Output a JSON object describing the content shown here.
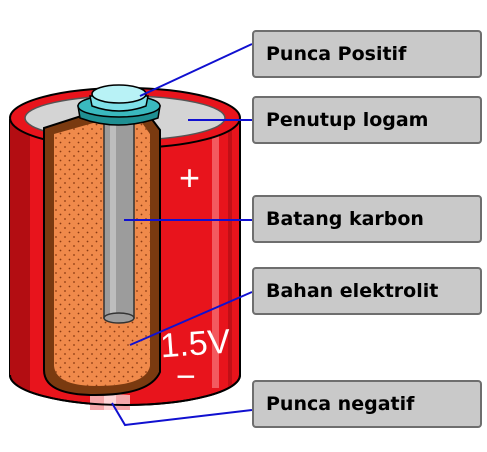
{
  "labels": [
    {
      "text": "Punca Positif"
    },
    {
      "text": "Penutup logam"
    },
    {
      "text": "Batang karbon"
    },
    {
      "text": "Bahan elektrolit"
    },
    {
      "text": "Punca negatif"
    }
  ],
  "battery": {
    "voltage_text": "1.5V",
    "plus_sign": "+",
    "minus_sign": "−"
  },
  "colors": {
    "casing": "#e8141c",
    "casing_dark": "#b30d12",
    "electrolyte": "#f08a4b",
    "carbon_rod": "#9c9c9c",
    "cap": "#d4d4d4",
    "terminal": "#7ee0e8",
    "leader": "#1010d0",
    "label_fill": "#c9c9c9"
  }
}
